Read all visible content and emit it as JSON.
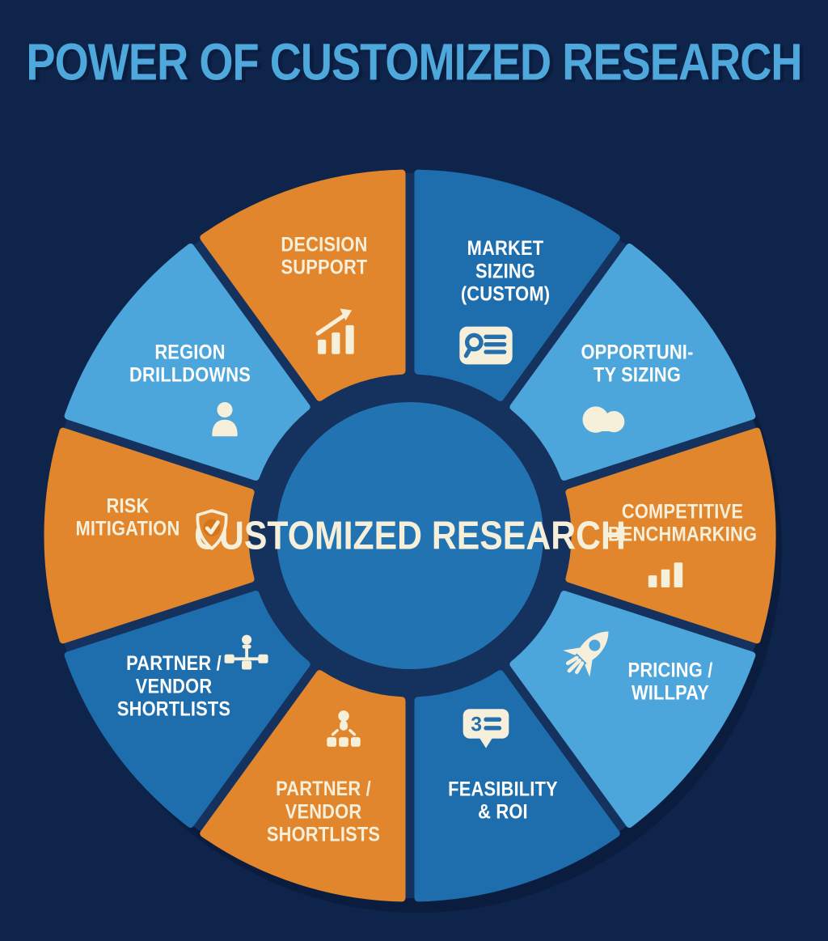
{
  "title": "POWER OF CUSTOMIZED RESEARCH",
  "center": {
    "line1": "CUSTOMIZED",
    "line2": "RESEARCH"
  },
  "colors": {
    "background": "#0F244B",
    "wheel_ring_and_gaps": "#15325E",
    "wheel_shadow": "#0B1D3E",
    "light_blue": "#4CA5DB",
    "medium_blue": "#1E6EAE",
    "orange": "#E1862D",
    "orange_dark": "#D4751A",
    "center_circle_fill": "#2273B2",
    "cream": "#F6EFD9",
    "white": "#FFFFFF",
    "title_blue": "#4FA8DC",
    "icon_glyph_blue": "#2470AE"
  },
  "segments": [
    {
      "id": "market-sizing-custom",
      "lines": [
        "MARKET",
        "SIZING",
        "(CUSTOM)"
      ],
      "color": "medium_blue",
      "text_color": "white",
      "icon": "search-list-card-icon"
    },
    {
      "id": "opportunity-sizing",
      "lines": [
        "OPPORTUNI-",
        "TY SIZING"
      ],
      "color": "light_blue",
      "text_color": "white",
      "icon": "cloud-blob-icon"
    },
    {
      "id": "competitive-benchmarking",
      "lines": [
        "COMPETITIVE",
        "BENCHMARKING"
      ],
      "color": "orange",
      "text_color": "cream",
      "icon": "bar-chart-icon"
    },
    {
      "id": "pricing-willpay",
      "lines": [
        "PRICING /",
        "WILLPAY"
      ],
      "color": "light_blue",
      "text_color": "white",
      "icon": "rocket-icon"
    },
    {
      "id": "feasibility-roi",
      "lines": [
        "FEASIBILITY",
        "& ROI"
      ],
      "color": "medium_blue",
      "text_color": "white",
      "icon": "speech-bubble-3-icon"
    },
    {
      "id": "partner-vendor-shortlists-bottom",
      "lines": [
        "PARTNER /",
        "VENDOR",
        "SHORTLISTS"
      ],
      "color": "orange",
      "text_color": "cream",
      "icon": "hierarchy-icon"
    },
    {
      "id": "partner-vendor-shortlists-left",
      "lines": [
        "PARTNER /",
        "VENDOR",
        "SHORTLISTS"
      ],
      "color": "medium_blue",
      "text_color": "white",
      "icon": "org-chart-icon"
    },
    {
      "id": "risk-mitigation",
      "lines": [
        "RISK",
        "MITIGATION"
      ],
      "color": "orange",
      "text_color": "cream",
      "icon": "shield-check-icon"
    },
    {
      "id": "region-drilldowns",
      "lines": [
        "REGION",
        "DRILLDOWNS"
      ],
      "color": "light_blue",
      "text_color": "white",
      "icon": "person-icon"
    },
    {
      "id": "decision-support",
      "lines": [
        "DECISION",
        "SUPPORT"
      ],
      "color": "orange",
      "text_color": "cream",
      "icon": "growth-chart-icon"
    }
  ]
}
